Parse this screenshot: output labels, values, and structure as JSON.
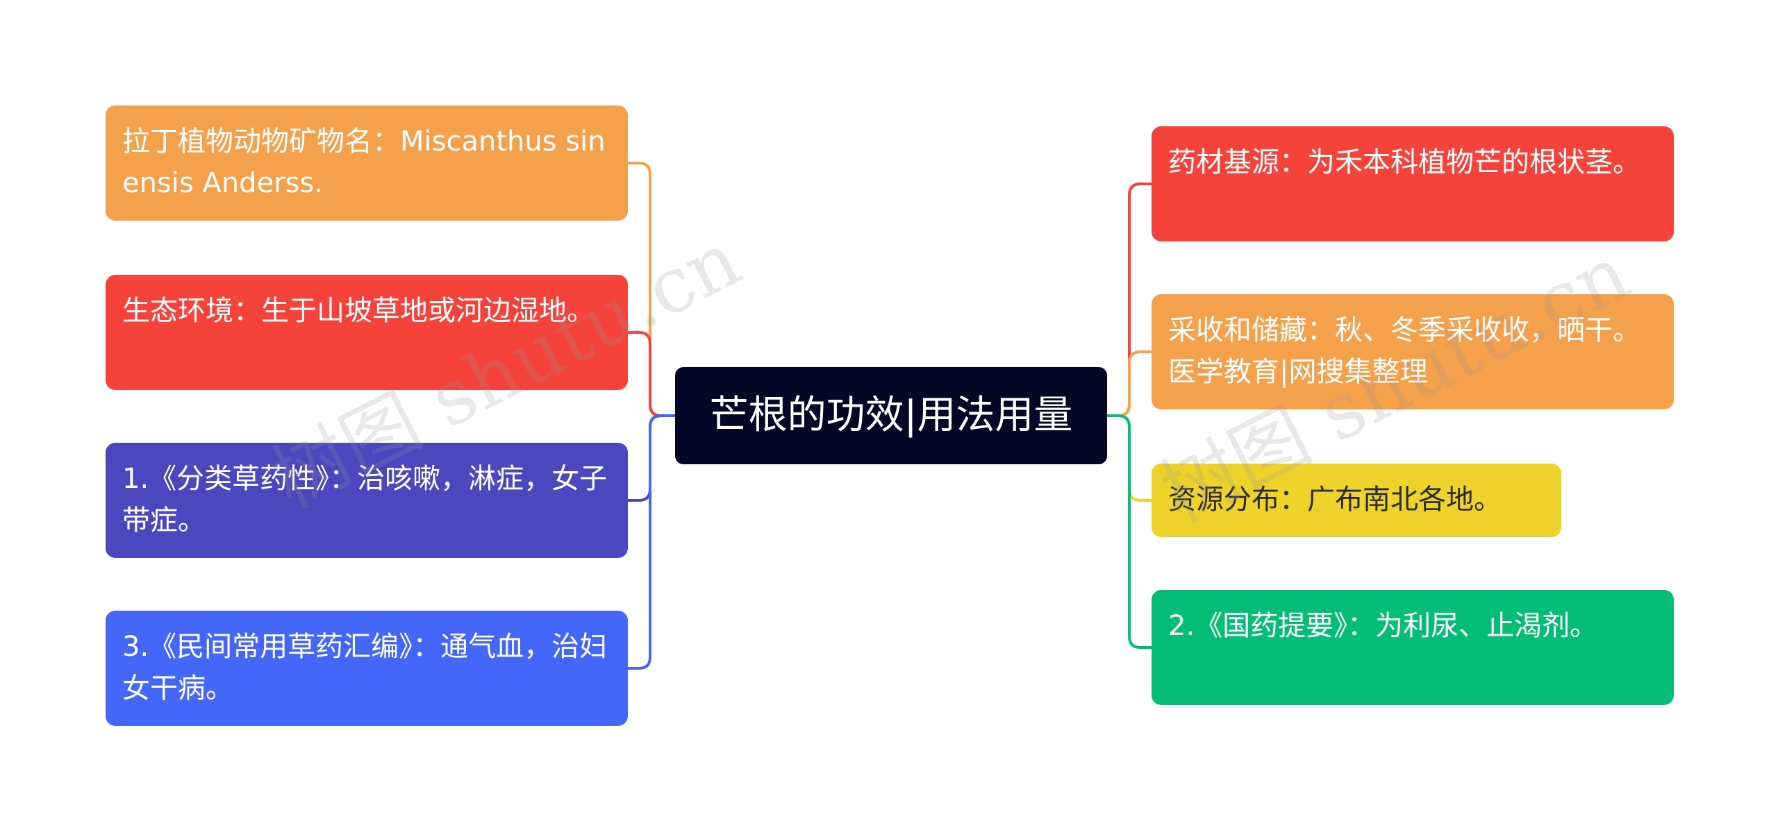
{
  "central": {
    "label": "芒根的功效|用法用量",
    "color": "#040826"
  },
  "left": [
    {
      "label": "拉丁植物动物矿物名：Miscanthus sinensis Anderss.",
      "color": "#F5A04A",
      "line": "#F5A04A"
    },
    {
      "label": "生态环境：生于山坡草地或河边湿地。",
      "color": "#F5423A",
      "line": "#F5423A"
    },
    {
      "label": "1.《分类草药性》：治咳嗽，淋症，女子带症。",
      "color": "#4A47BF",
      "line": "#4A47BF"
    },
    {
      "label": "3.《民间常用草药汇编》：通气血，治妇女干病。",
      "color": "#4466F9",
      "line": "#4466F9"
    }
  ],
  "right": [
    {
      "label": "药材基源：为禾本科植物芒的根状茎。",
      "color": "#F5423A",
      "line": "#F5423A"
    },
    {
      "label": "采收和储藏：秋、冬季采收收，晒干。医学教育|网搜集整理",
      "color": "#F5A04A",
      "line": "#F5A04A"
    },
    {
      "label": "资源分布：广布南北各地。",
      "color": "#F0D32A",
      "line": "#F0D32A"
    },
    {
      "label": "2.《国药提要》：为利尿、止渴剂。",
      "color": "#05BD76",
      "line": "#05BD76"
    }
  ],
  "watermark": "树图 shutu.cn"
}
